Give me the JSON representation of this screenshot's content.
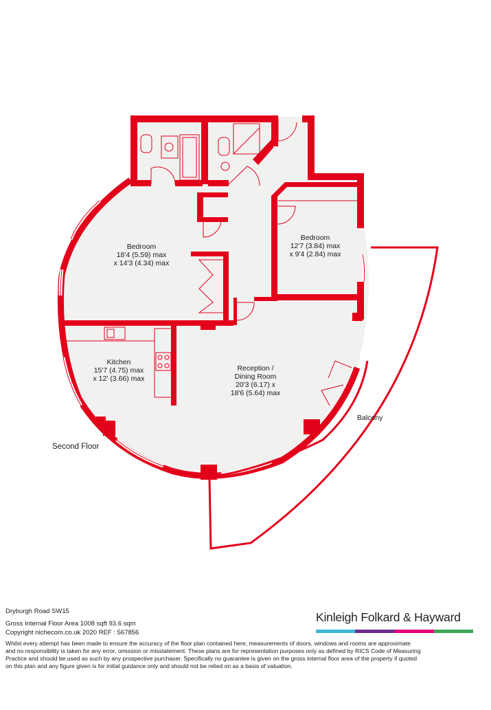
{
  "rooms": {
    "bedroom1": {
      "name": "Bedroom",
      "line1": "18'4 (5.59) max",
      "line2": "x 14'3 (4.34) max"
    },
    "bedroom2": {
      "name": "Bedroom",
      "line1": "12'7 (3.84) max",
      "line2": "x 9'4 (2.84) max"
    },
    "kitchen": {
      "name": "Kitchen",
      "line1": "15'7 (4.75) max",
      "line2": "x 12' (3.66) max"
    },
    "reception": {
      "name": "Reception /",
      "line1": "Dining Room",
      "line2": "20'3 (6.17) x",
      "line3": "18'6 (5.64) max"
    },
    "balcony": {
      "name": "Balcony"
    }
  },
  "floor_label": "Second Floor",
  "footer": {
    "address": "Dryburgh Road  SW15",
    "area": "Gross Internal Floor Area 1008 sqft 93.6 sqm",
    "copyright": "Copyright nichecom.co.uk 2020 REF : 567856",
    "disclaimer": [
      "Whilst every attempt has been made to ensure the accuracy of the floor plan contained here, measurements of doors, windows and rooms are approximate",
      "and no responsibility is taken for any error, omission or misstatement.  These plans are for representation purposes only as defined by RICS Code of Measuring",
      "Practice and should be used as such by any prospective purchaser.  Specifically no guarantee is given on the gross internal floor area of the property if quoted",
      "on this plan and any figure given is for initial guidance only and should not be relied on as a basis of valuation."
    ]
  },
  "brand": {
    "name": "Kinleigh Folkard & Hayward",
    "bar_colors": [
      "#3fb6d6",
      "#6a2c91",
      "#e8007e",
      "#3aa655"
    ]
  },
  "colors": {
    "wall": "#e3001b",
    "floor": "#f1f1f0"
  }
}
